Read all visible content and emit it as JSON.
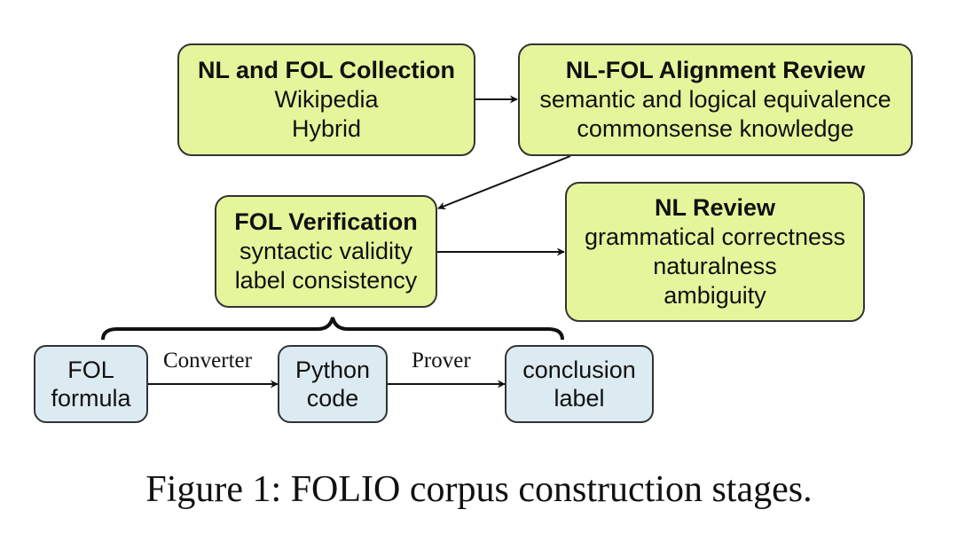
{
  "nodes": {
    "collection": {
      "title": "NL and FOL Collection",
      "lines": [
        "Wikipedia",
        "Hybrid"
      ]
    },
    "alignment": {
      "title": "NL-FOL Alignment Review",
      "lines": [
        "semantic and logical equivalence",
        "commonsense knowledge"
      ]
    },
    "verification": {
      "title": "FOL Verification",
      "lines": [
        "syntactic validity",
        "label consistency"
      ]
    },
    "nl_review": {
      "title": "NL Review",
      "lines": [
        "grammatical correctness",
        "naturalness",
        "ambiguity"
      ]
    },
    "fol_formula": {
      "lines": [
        "FOL",
        "formula"
      ]
    },
    "python_code": {
      "lines": [
        "Python",
        "code"
      ]
    },
    "conclusion_label": {
      "lines": [
        "conclusion",
        "label"
      ]
    }
  },
  "edges": {
    "converter_label": "Converter",
    "prover_label": "Prover"
  },
  "colors": {
    "stage_fill": "#e5f59c",
    "pipeline_fill": "#dcebf1",
    "stroke": "#333333"
  },
  "caption": "Figure 1: FOLIO corpus construction stages."
}
